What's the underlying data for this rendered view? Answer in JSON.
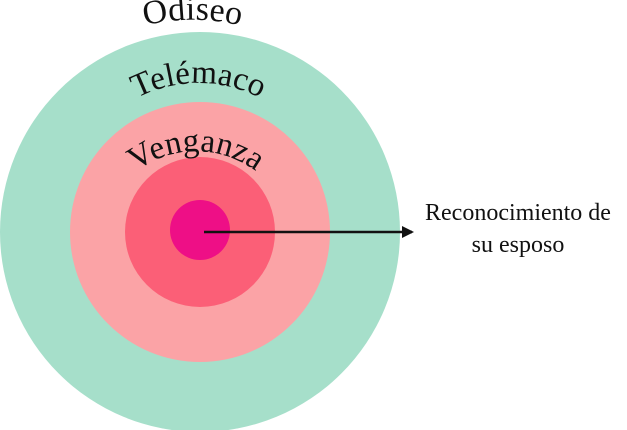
{
  "colors": {
    "outer": "#a6dfca",
    "middle": "#fba3a6",
    "inner": "#fb5f77",
    "core": "#ee0f86",
    "arrow": "#111111",
    "text": "#111111"
  },
  "rings": {
    "outer_label": "Odiseo",
    "middle_label": "Telémaco",
    "inner_label": "Venganza"
  },
  "callout": {
    "line1": "Reconocimiento de",
    "line2": "su esposo"
  }
}
